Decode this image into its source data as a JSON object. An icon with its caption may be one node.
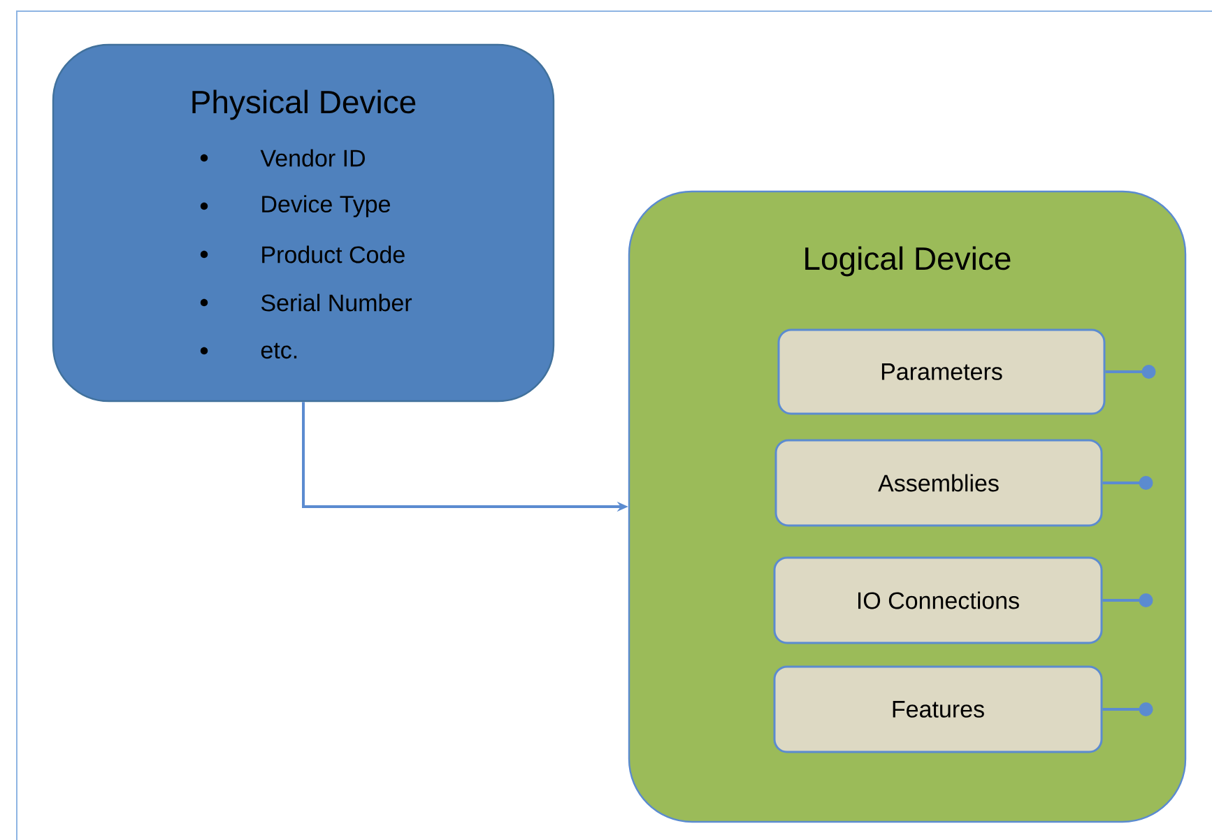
{
  "diagram": {
    "nodes": [
      {
        "text": [
          "Physical Device",
          "Vendor ID",
          "Device Type",
          "Product Code",
          "Serial Number",
          "etc."
        ]
      },
      {
        "text": [
          "Logical Device"
        ]
      },
      {
        "text": [
          "Parameters"
        ],
        "in": 1
      },
      {
        "text": [
          "Assemblies"
        ],
        "in": 1
      },
      {
        "text": [
          "IO Connections"
        ],
        "in": 1
      },
      {
        "text": [
          "Features"
        ],
        "in": 1
      }
    ],
    "edges": [
      {
        "from": 0,
        "to": 1,
        "arrow": "to"
      },
      {
        "from": 2,
        "to": null,
        "arrow": "other"
      },
      {
        "from": 3,
        "to": null,
        "arrow": "other"
      },
      {
        "from": 4,
        "to": null,
        "arrow": "other"
      },
      {
        "from": 5,
        "to": null,
        "arrow": "other"
      }
    ]
  }
}
